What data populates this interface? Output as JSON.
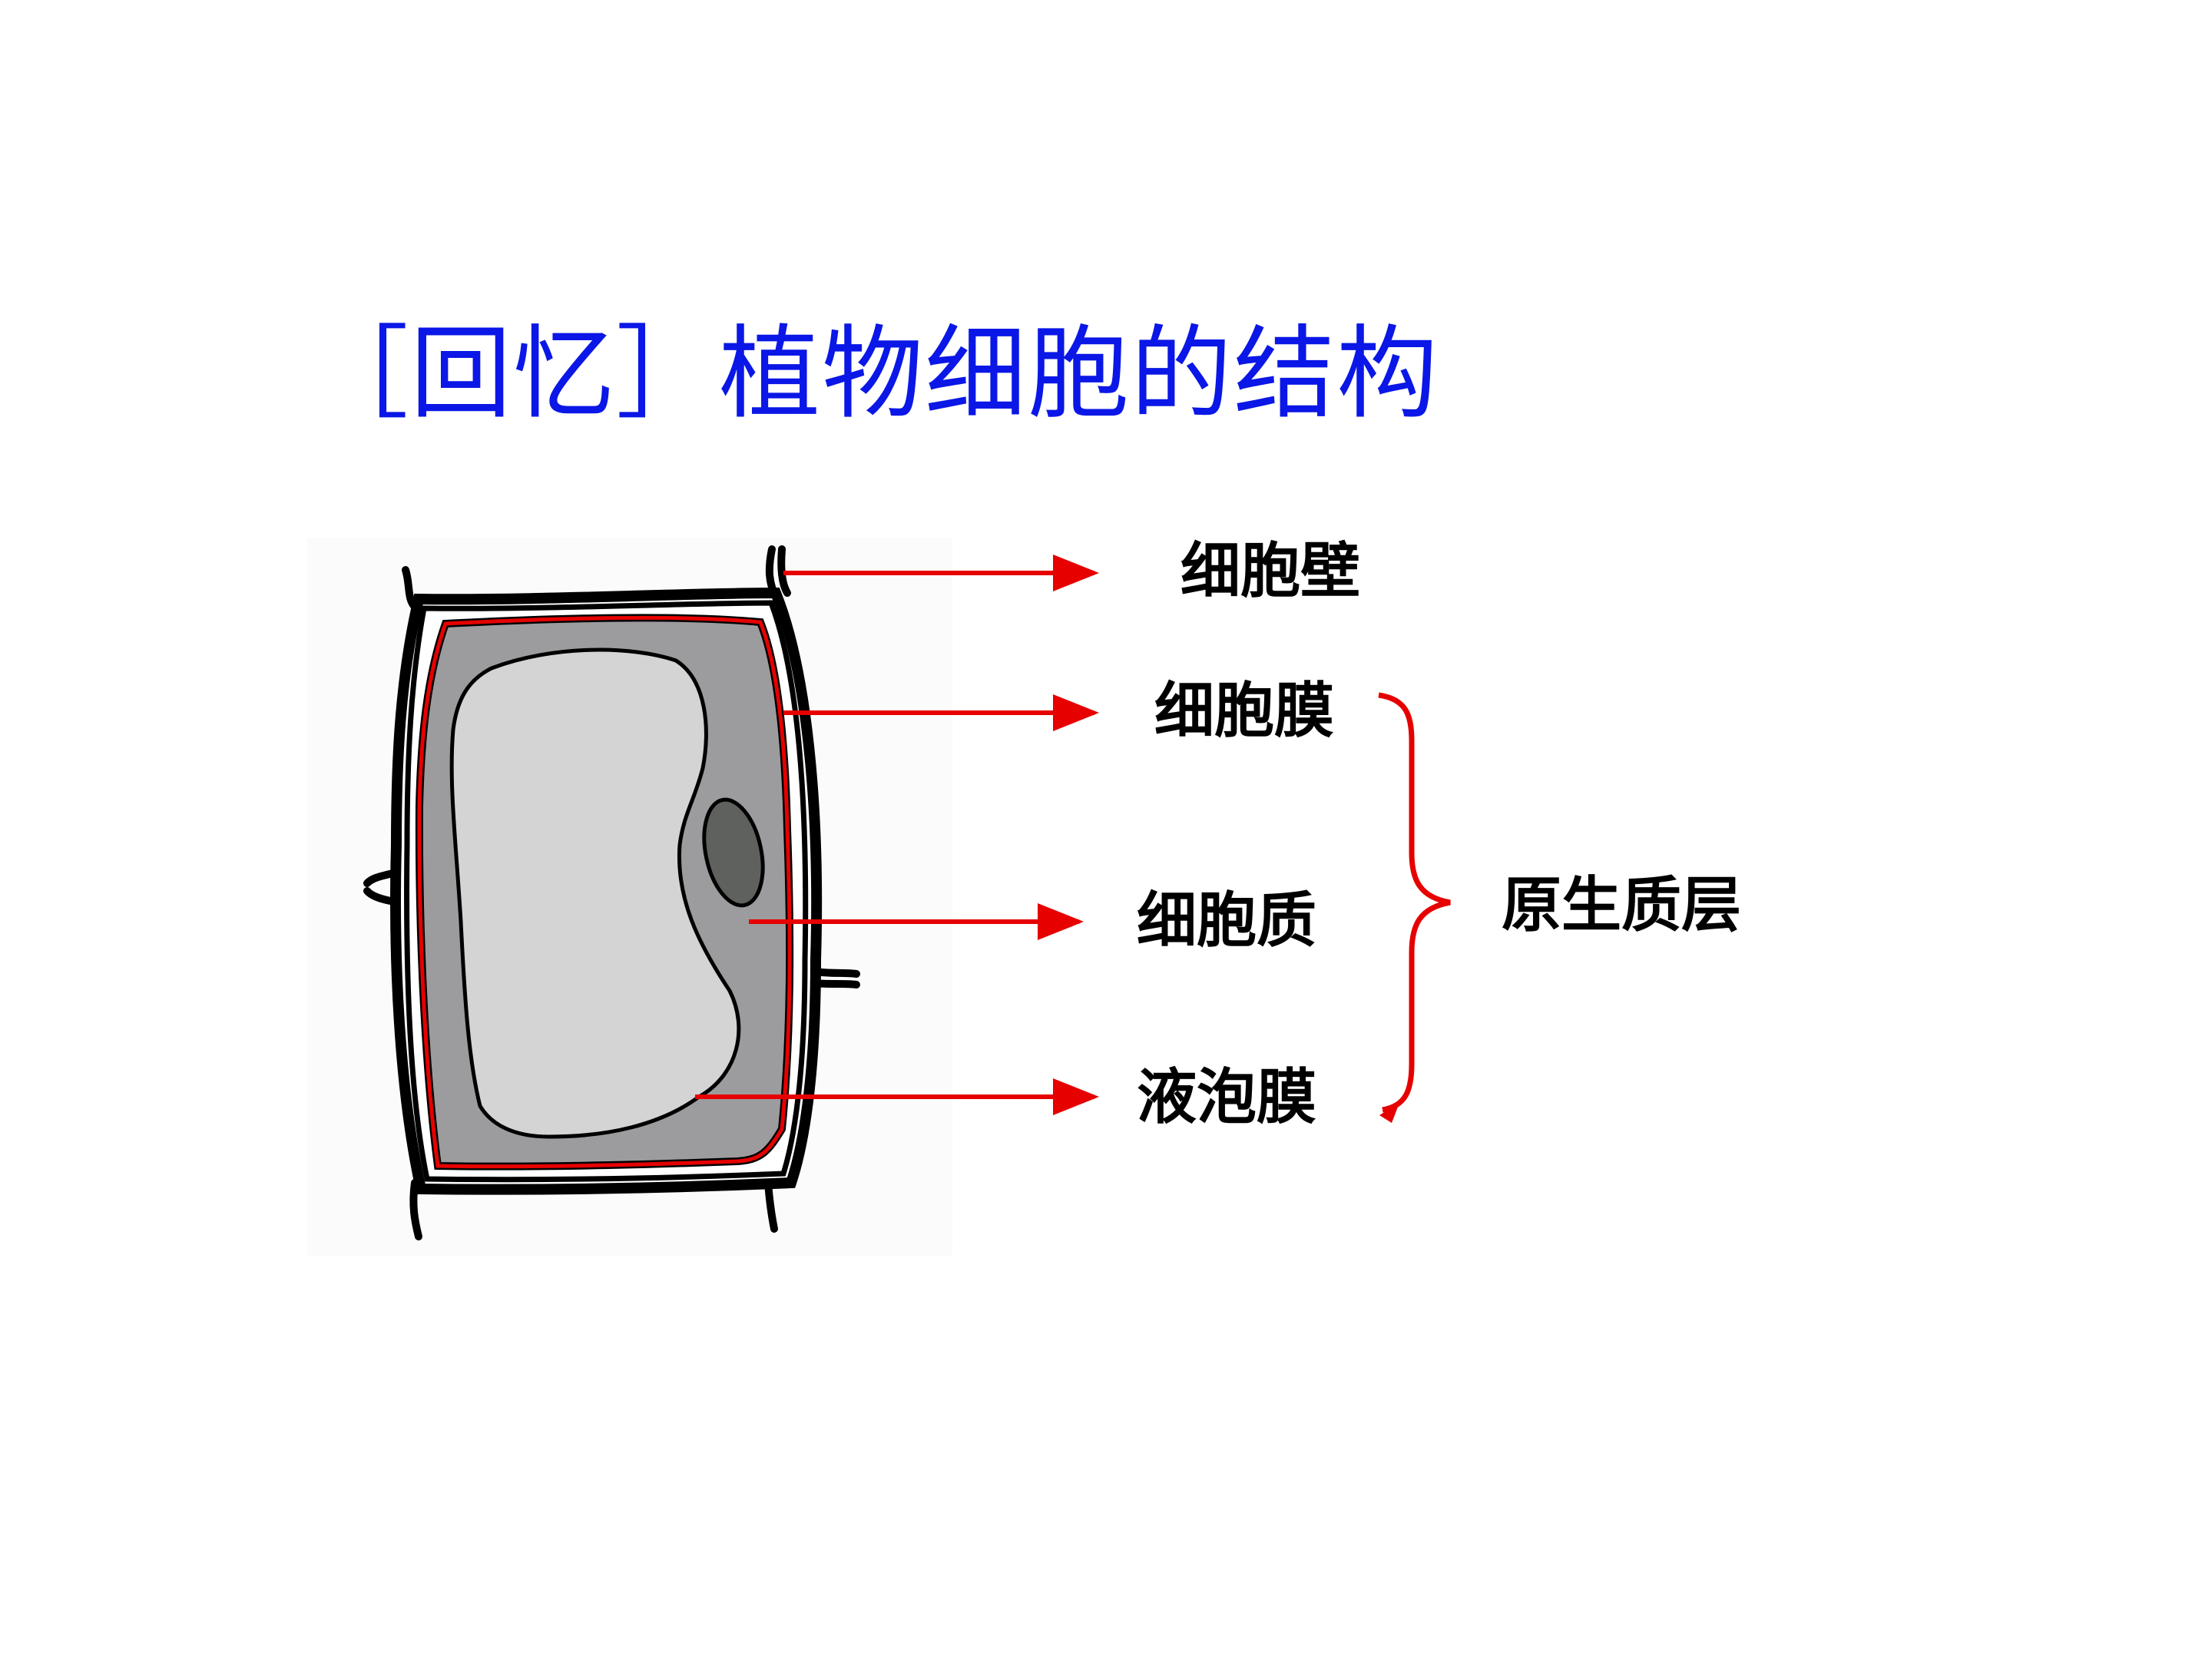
{
  "title": "［回忆］植物细胞的结构",
  "labels": {
    "cell_wall": "细胞壁",
    "cell_membrane": "细胞膜",
    "cytoplasm": "细胞质",
    "vacuole_membrane": "液泡膜",
    "protoplast_layer": "原生质层"
  },
  "colors": {
    "title": "#0a17e6",
    "arrow": "#e60000",
    "cytoplasm": "#9c9c9e",
    "vacuole": "#d4d4d4",
    "nucleus": "#5f615f"
  }
}
